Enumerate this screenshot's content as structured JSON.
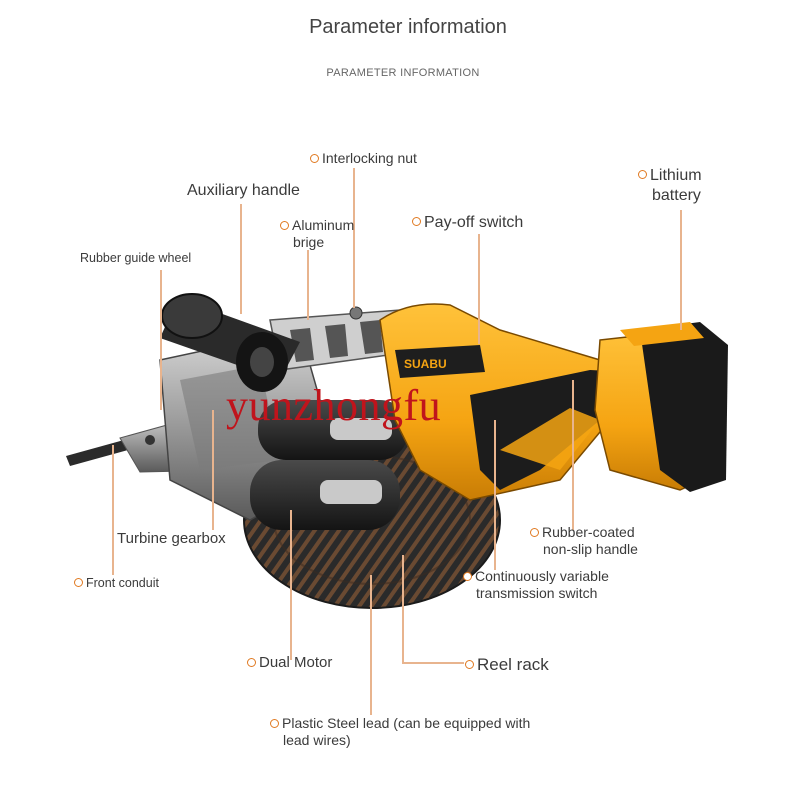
{
  "header": {
    "title": "Parameter information",
    "subtitle": "PARAMETER  INFORMATION"
  },
  "labels": {
    "interlocking_nut": "Interlocking nut",
    "lithium_battery_line1": "Lithium",
    "lithium_battery_line2": "battery",
    "auxiliary_handle": "Auxiliary handle",
    "aluminum_brige_line1": "Aluminum",
    "aluminum_brige_line2": "brige",
    "pay_off_switch": "Pay-off switch",
    "rubber_guide_wheel": "Rubber guide wheel",
    "turbine_gearbox": "Turbine gearbox",
    "rubber_handle_line1": "Rubber-coated",
    "rubber_handle_line2": "non-slip handle",
    "front_conduit": "Front conduit",
    "cvt_switch_line1": "Continuously variable",
    "cvt_switch_line2": "transmission switch",
    "dual_motor": "Dual Motor",
    "reel_rack": "Reel rack",
    "plastic_lead_line1": "Plastic Steel lead (can be equipped with",
    "plastic_lead_line2": "lead wires)"
  },
  "product_brand": "SUABU",
  "watermark": "yunzhongfu",
  "colors": {
    "accent_dot": "#e07a22",
    "leader_line": "#e8b48e",
    "tool_yellow": "#f5a412",
    "watermark": "#c0141c"
  }
}
